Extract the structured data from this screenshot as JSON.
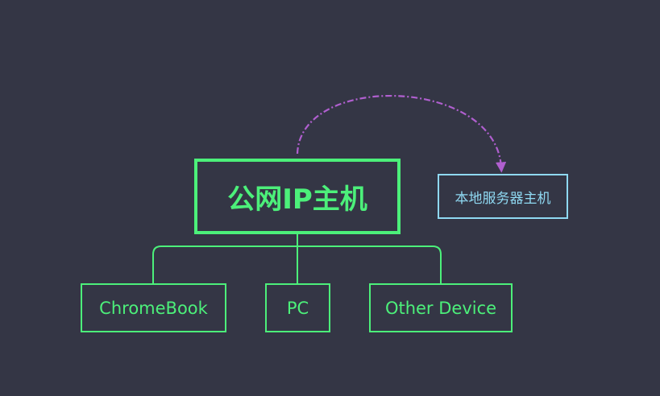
{
  "diagram": {
    "root": {
      "label": "公网IP主机"
    },
    "children": [
      {
        "label": "ChromeBook"
      },
      {
        "label": "PC"
      },
      {
        "label": "Other Device"
      }
    ],
    "side_node": {
      "label": "本地服务器主机"
    },
    "colors": {
      "background": "#343645",
      "tree": "#4cf07a",
      "side_node": "#8fd9f2",
      "relation_arrow": "#b05fcf"
    }
  }
}
